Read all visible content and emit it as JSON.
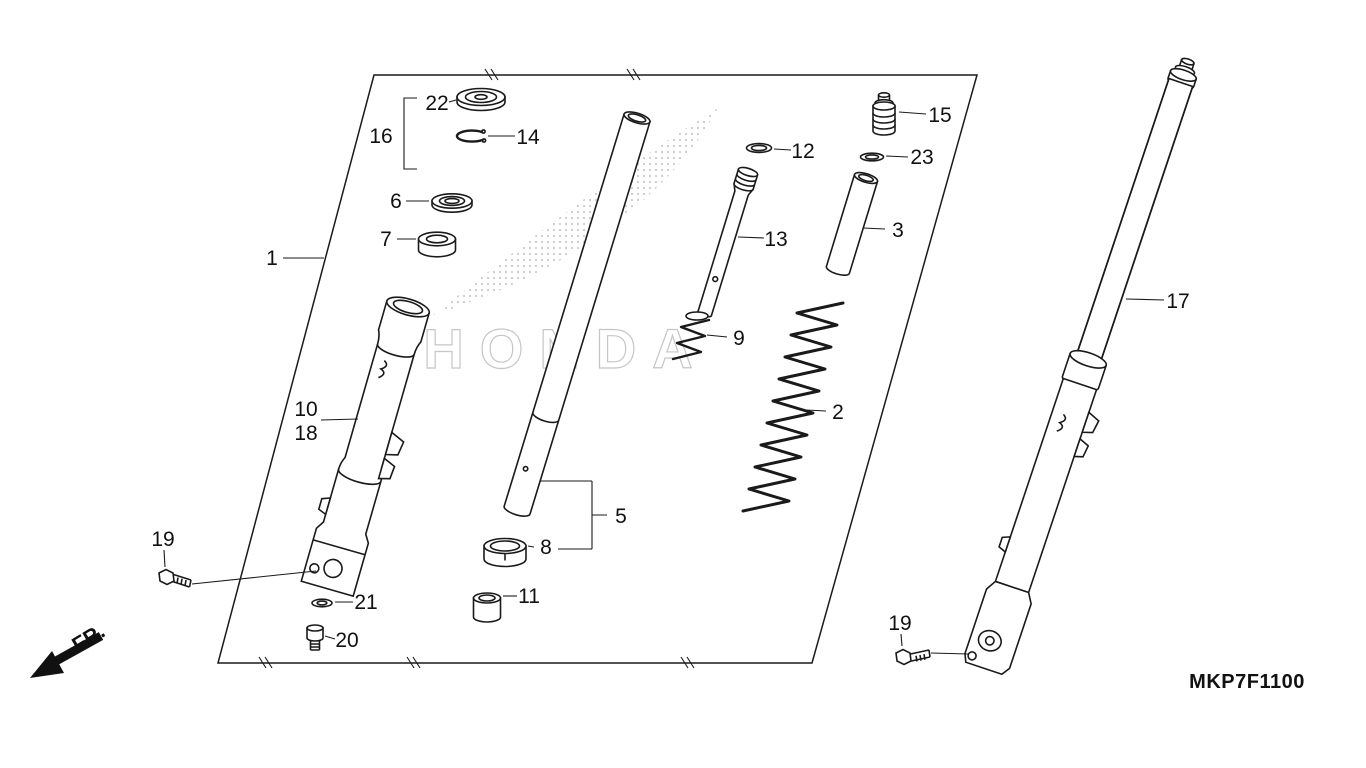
{
  "diagram": {
    "code": "MKP7F1100",
    "direction_label": "FR.",
    "watermark": "HONDA",
    "callouts": [
      {
        "label": "1"
      },
      {
        "label": "22"
      },
      {
        "label": "16"
      },
      {
        "label": "14"
      },
      {
        "label": "6"
      },
      {
        "label": "7"
      },
      {
        "label": "12"
      },
      {
        "label": "15"
      },
      {
        "label": "23"
      },
      {
        "label": "13"
      },
      {
        "label": "3"
      },
      {
        "label": "9"
      },
      {
        "label": "2"
      },
      {
        "label": "10"
      },
      {
        "label": "18"
      },
      {
        "label": "5"
      },
      {
        "label": "8"
      },
      {
        "label": "11"
      },
      {
        "label": "19"
      },
      {
        "label": "21"
      },
      {
        "label": "20"
      },
      {
        "label": "17"
      },
      {
        "label": "19"
      }
    ]
  }
}
